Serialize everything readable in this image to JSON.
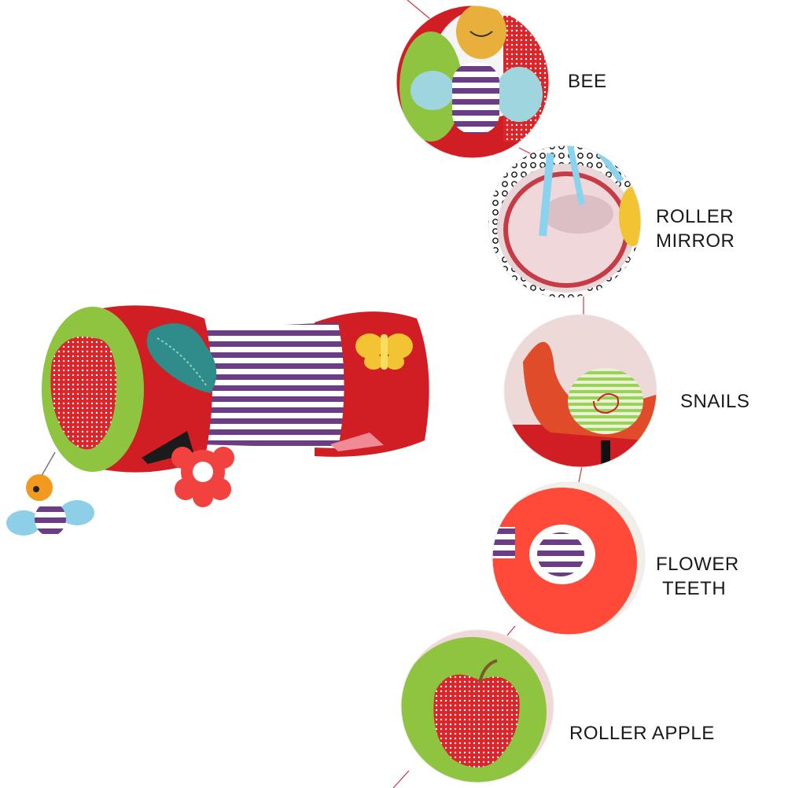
{
  "labels": {
    "bee": "BEE",
    "mirror": [
      "ROLLER",
      "MIRROR"
    ],
    "snails": "SNAILS",
    "flower": [
      "FLOWER",
      "TEETH"
    ],
    "apple": "ROLLER APPLE"
  },
  "colors": {
    "red": "#d01e24",
    "green": "#8fc441",
    "teal": "#2f8c8a",
    "purple": "#6a3d86",
    "yellow": "#f2c332",
    "pink": "#ff4a4a",
    "label_text": "#1a1a1a"
  }
}
